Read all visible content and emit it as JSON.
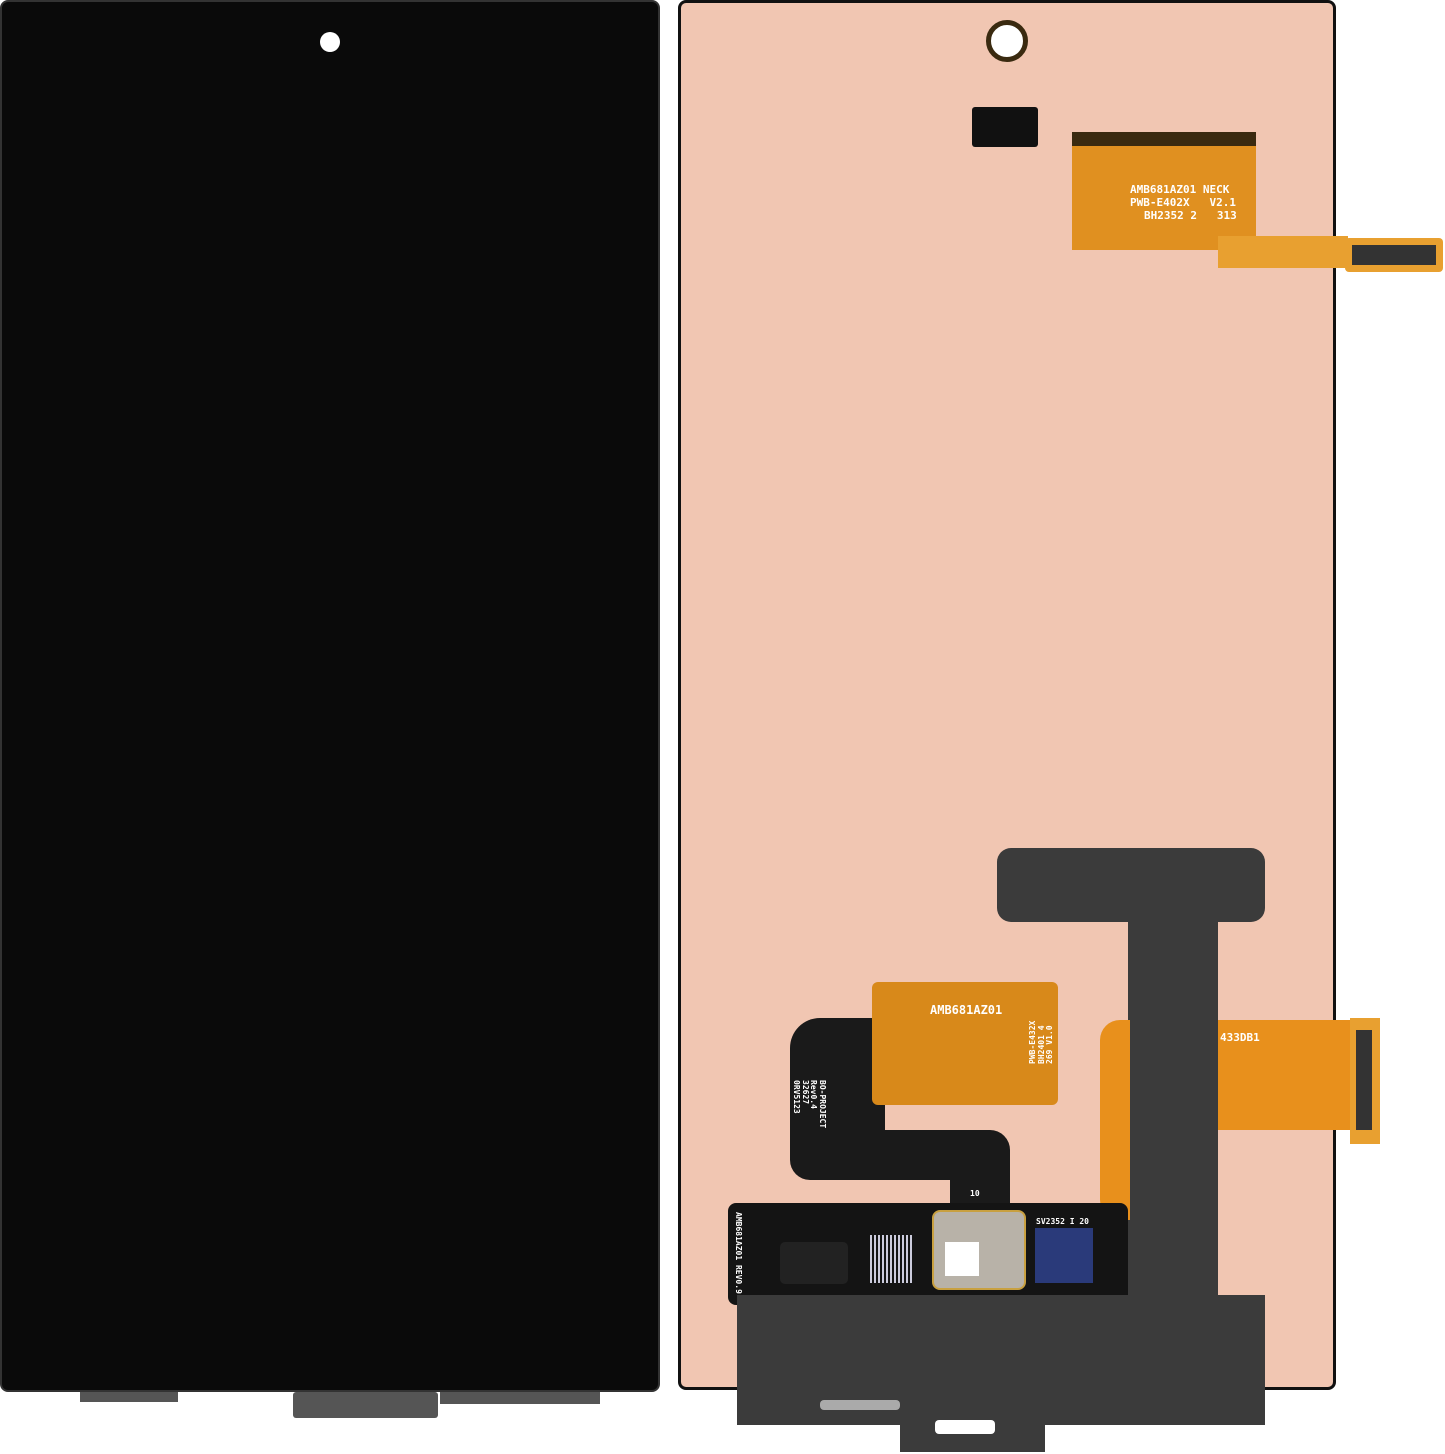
{
  "colors": {
    "front_glass": "#0a0a0a",
    "back_panel": "#f1c6b2",
    "flex": "#e89a1e",
    "bracket": "#3b3b3b",
    "pcb": "#141414"
  },
  "labels": {
    "neck_flex": [
      "AMB681AZ01 NECK",
      "PWB-E402X   V2.1",
      "BH2352 2   313"
    ],
    "chip_flex_title": "AMB681AZ01",
    "chip_flex_side": [
      "PWB-E432X",
      "BH2401 4",
      "269 V1.0"
    ],
    "black_flex": [
      "BO-PROJECT",
      "Rev0.4",
      "32627",
      "0RV5123"
    ],
    "pcb_side": "AMB681AZ01 REV0.9",
    "pcb_pin": "10",
    "connector": "SV2352 I 20",
    "right_flex": "433DB1"
  }
}
